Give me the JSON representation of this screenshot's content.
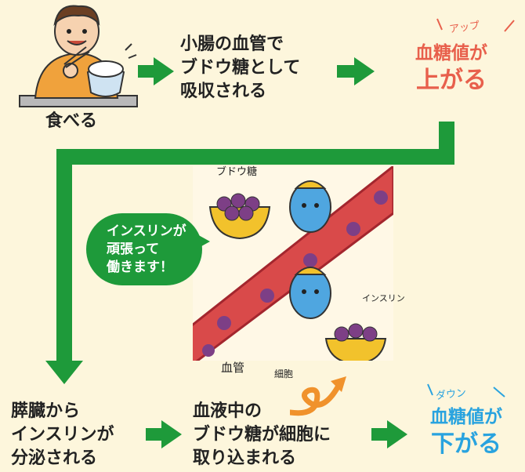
{
  "step1": {
    "label": "食べる"
  },
  "step2": {
    "lines": [
      "小腸の血管で",
      "ブドウ糖として",
      "吸収される"
    ]
  },
  "result_up": {
    "note": "アップ",
    "line1": "血糖値が",
    "line2": "上がる"
  },
  "bubble": {
    "lines": [
      "インスリンが",
      "頑張って",
      "働きます！"
    ]
  },
  "illustration_labels": {
    "glucose": "ブドウ糖",
    "insulin": "インスリン",
    "vessel": "血管",
    "cell": "細胞"
  },
  "step4": {
    "lines": [
      "膵臓から",
      "インスリンが",
      "分泌される"
    ]
  },
  "step5": {
    "lines": [
      "血液中の",
      "ブドウ糖が細胞に",
      "取り込まれる"
    ]
  },
  "result_down": {
    "note": "ダウン",
    "line1": "血糖値が",
    "line2": "下がる"
  },
  "colors": {
    "arrow": "#1e9a3a",
    "up": "#e8604c",
    "down": "#29a3df",
    "background": "#fdf6dc"
  }
}
